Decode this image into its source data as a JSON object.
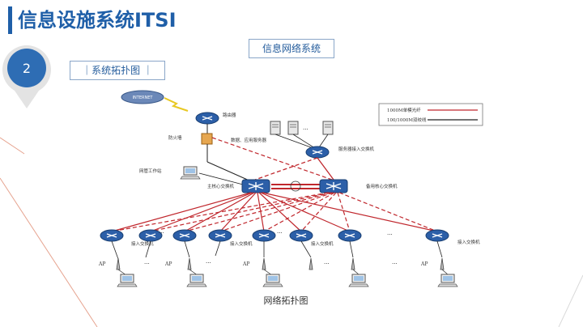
{
  "header": {
    "title": "信息设施系统ITSI"
  },
  "badge": {
    "number": "2"
  },
  "section": {
    "label": "｜系统拓扑图 ｜",
    "system_name": "信息网络系统"
  },
  "diagram": {
    "caption": "网络拓扑图",
    "internet": "INTERNET",
    "router": "路由器",
    "firewall": "防火墙",
    "servers": "数据、应用服务器",
    "server_switch": "服务器接入交换机",
    "mgmt_pc": "网管工作站",
    "core_main": "主核心交换机",
    "core_backup": "备用核心交换机",
    "access_switch": "接入交换机",
    "ap": "AP",
    "dots": "...",
    "legend": {
      "fiber": "1000M单模光纤",
      "utp": "100/1000M双绞线"
    },
    "colors": {
      "fiber": "#c0272d",
      "utp": "#222222",
      "accent": "#1f5fa8"
    }
  }
}
